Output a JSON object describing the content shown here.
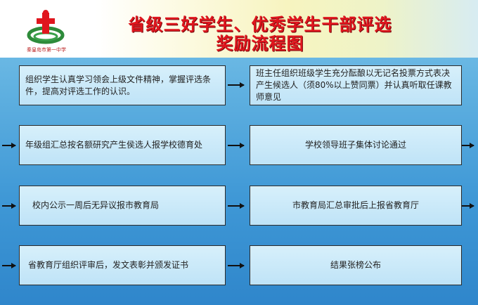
{
  "title": {
    "line1": "省级三好学生、优秀学生干部评选",
    "line2": "奖励流程图"
  },
  "logo": {
    "icon": "school-emblem-icon",
    "caption": "秦皇岛市第一中学"
  },
  "colors": {
    "title": "#e0161e",
    "box_fill": "#c8e9f9",
    "box_border": "#2b2b2b",
    "background": "#4aa3dc"
  },
  "steps": {
    "s1": "组织学生认真学习领会上级文件精神，掌握评选条件，提高对评选工作的认识。",
    "s2": "班主任组织班级学生充分酝酿以无记名投票方式表决产生候选人（须80%以上赞同票）并认真听取任课教师意见",
    "s3": "年级组汇总按名额研究产生侯选人报学校德育处",
    "s4": "学校领导班子集体讨论通过",
    "s5": "校内公示一周后无异议报市教育局",
    "s6": "市教育局汇总审批后上报省教育厅",
    "s7": "省教育厅组织评审后，发文表彰并颁发证书",
    "s8": "结果张榜公布"
  }
}
